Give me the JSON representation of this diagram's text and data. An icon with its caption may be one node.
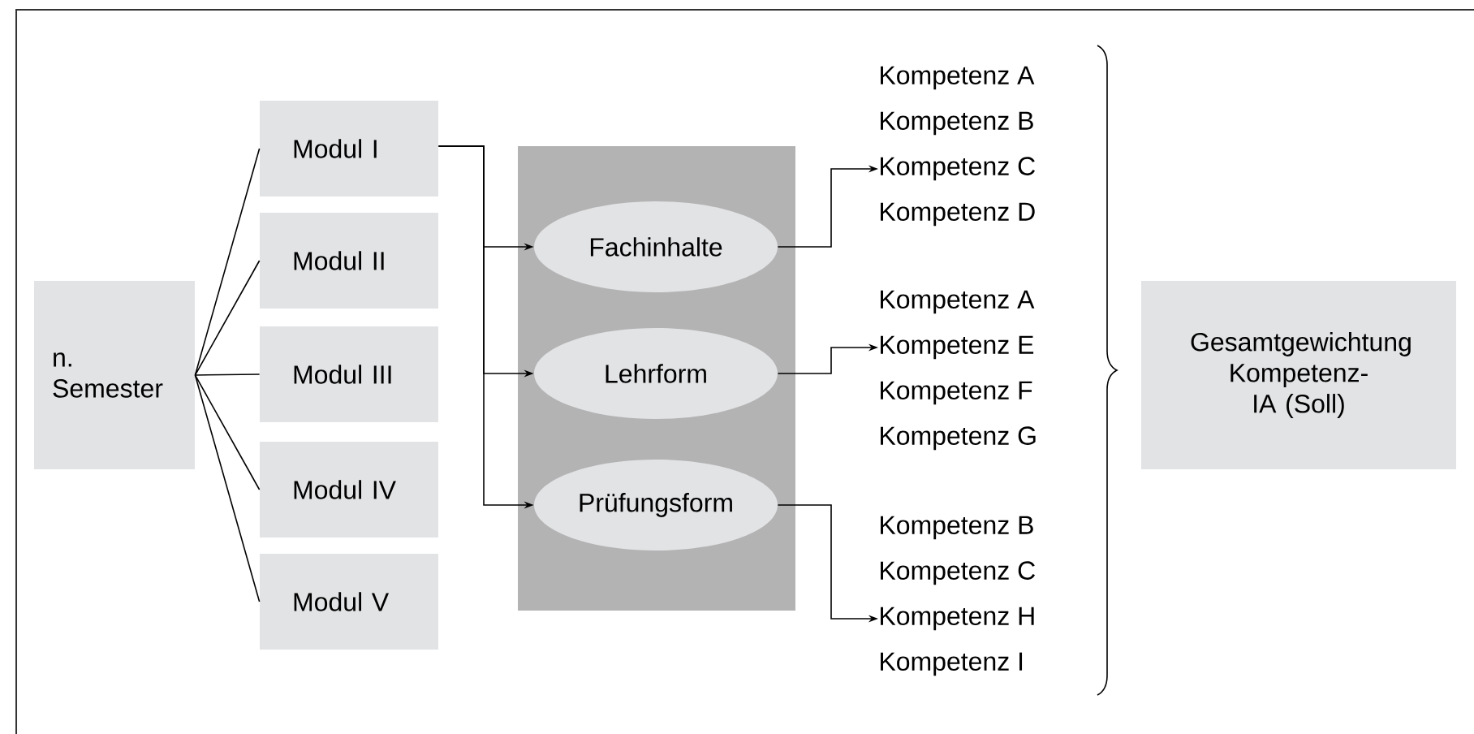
{
  "diagram": {
    "nodes": [
      {
        "text": [
          "n. Semester"
        ]
      },
      {
        "text": [
          "Modul I"
        ]
      },
      {
        "text": [
          "Modul II"
        ]
      },
      {
        "text": [
          "Modul III"
        ]
      },
      {
        "text": [
          "Modul IV"
        ]
      },
      {
        "text": [
          "Modul V"
        ]
      },
      {
        "text": [],
        "shape": "box"
      },
      {
        "text": [
          "Fachinhalte"
        ],
        "in": 6
      },
      {
        "text": [
          "Lehrform"
        ],
        "in": 6
      },
      {
        "text": [
          "Prüfungsform"
        ],
        "in": 6
      },
      {
        "text": [
          "Kompetenz A",
          "Kompetenz B",
          "Kompetenz C",
          "Kompetenz D"
        ]
      },
      {
        "text": [
          "Kompetenz A",
          "Kompetenz E",
          "Kompetenz F",
          "Kompetenz G"
        ]
      },
      {
        "text": [
          "Kompetenz B",
          "Kompetenz C",
          "Kompetenz H",
          "Kompetenz I"
        ]
      },
      {
        "text": [
          "Gesamtgewichtung Kompetenz-IA (Soll)"
        ]
      }
    ],
    "edges": [
      {
        "from": 0,
        "to": 1,
        "arrow": "none"
      },
      {
        "from": 0,
        "to": 2,
        "arrow": "none"
      },
      {
        "from": 0,
        "to": 3,
        "arrow": "none"
      },
      {
        "from": 0,
        "to": 4,
        "arrow": "none"
      },
      {
        "from": 0,
        "to": 5,
        "arrow": "none"
      },
      {
        "from": 1,
        "to": 7,
        "arrow": "to"
      },
      {
        "from": 1,
        "to": 8,
        "arrow": "to"
      },
      {
        "from": 1,
        "to": 9,
        "arrow": "to"
      },
      {
        "from": 7,
        "to": 10,
        "arrow": "to"
      },
      {
        "from": 8,
        "to": 11,
        "arrow": "to"
      },
      {
        "from": 9,
        "to": 12,
        "arrow": "to"
      }
    ]
  }
}
